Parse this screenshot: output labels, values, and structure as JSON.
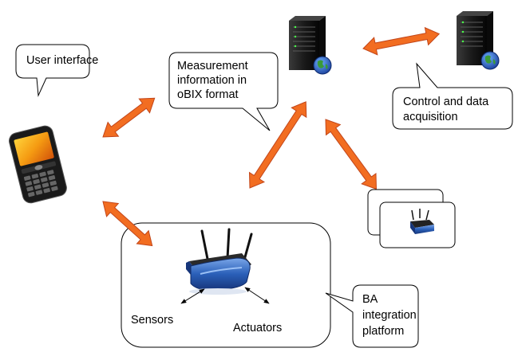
{
  "labels": {
    "user_interface": "User interface",
    "measurement_line1": "Measurement",
    "measurement_line2": "information in",
    "measurement_line3": "oBIX format",
    "control_line1": "Control and data",
    "control_line2": "acquisition",
    "sensors": "Sensors",
    "actuators": "Actuators",
    "ba_line1": "BA",
    "ba_line2": "integration",
    "ba_line3": "platform"
  },
  "colors": {
    "arrow_fill": "#f26d21",
    "arrow_stroke": "#c2461a",
    "server_body": "#1c1c1c",
    "router_blue": "#2a5fb8",
    "outline": "#000000"
  },
  "icons": [
    "server-icon",
    "globe-icon",
    "smartphone-icon",
    "wireless-router-icon"
  ]
}
